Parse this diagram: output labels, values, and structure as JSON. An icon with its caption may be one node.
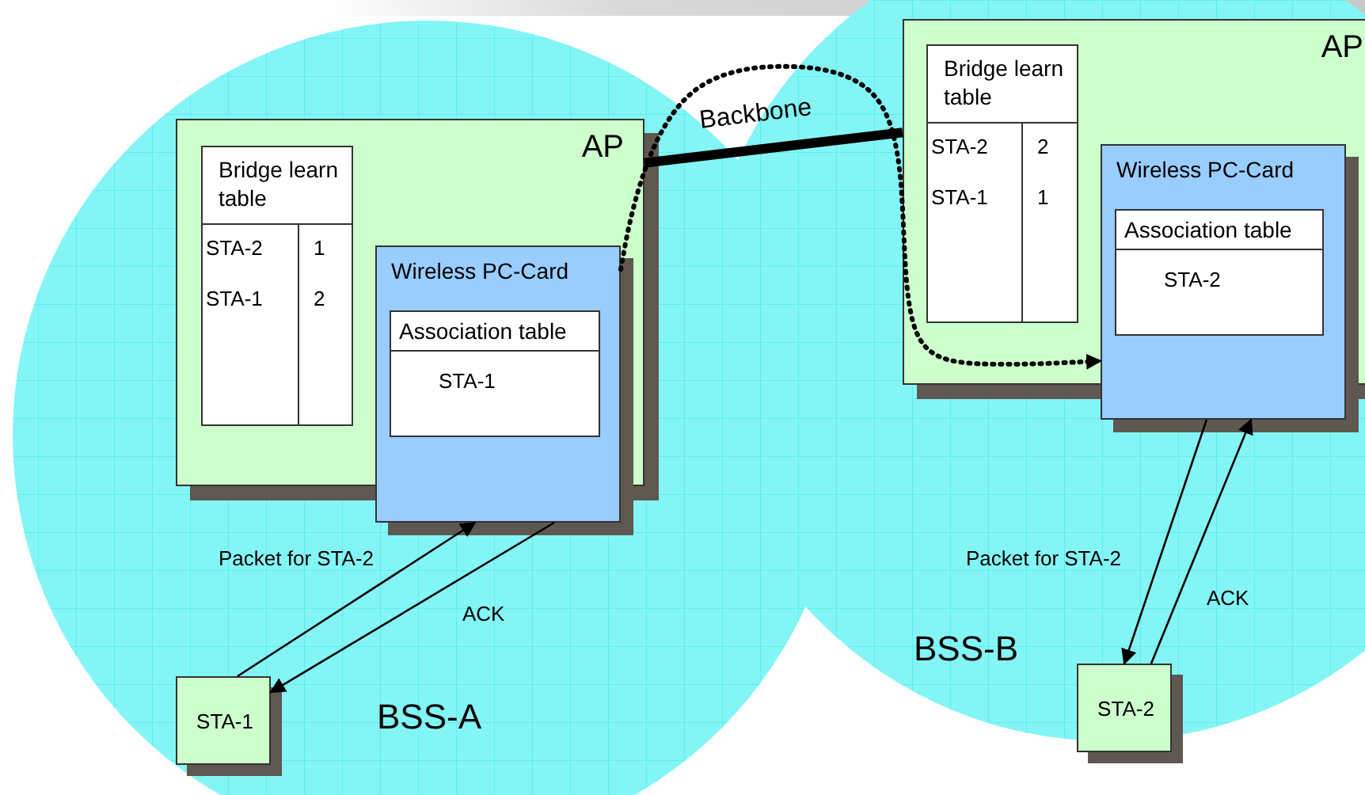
{
  "diagram": {
    "nodes": [
      {
        "text": [
          "AP"
        ]
      },
      {
        "text": [
          "Bridge learn table",
          "STA-2",
          "1",
          "STA-1",
          "2"
        ],
        "in": 0
      },
      {
        "text": [
          "Wireless PC-Card"
        ]
      },
      {
        "text": [
          "Association table",
          "STA-1"
        ],
        "in": 2
      },
      {
        "text": [
          "STA-1"
        ]
      },
      {
        "text": [
          "AP"
        ]
      },
      {
        "text": [
          "Bridge learn table",
          "STA-2",
          "2",
          "STA-1",
          "1"
        ],
        "in": 5
      },
      {
        "text": [
          "Wireless PC-Card"
        ]
      },
      {
        "text": [
          "Association table",
          "STA-2"
        ],
        "in": 7
      },
      {
        "text": [
          "STA-2"
        ]
      }
    ],
    "edges": [
      {
        "from": 0,
        "to": 5,
        "arrow": "none",
        "label": "Backbone",
        "style": "thick"
      },
      {
        "from": 2,
        "to": 7,
        "arrow": "to",
        "style": "dashed"
      },
      {
        "from": 4,
        "to": 2,
        "arrow": "to",
        "label": "Packet for STA-2"
      },
      {
        "from": 2,
        "to": 4,
        "arrow": "to",
        "label": "ACK"
      },
      {
        "from": 7,
        "to": 9,
        "arrow": "to",
        "label": "Packet for STA-2"
      },
      {
        "from": 9,
        "to": 7,
        "arrow": "to",
        "label": "ACK"
      }
    ],
    "labels": [
      "BSS-A",
      "BSS-B"
    ]
  }
}
